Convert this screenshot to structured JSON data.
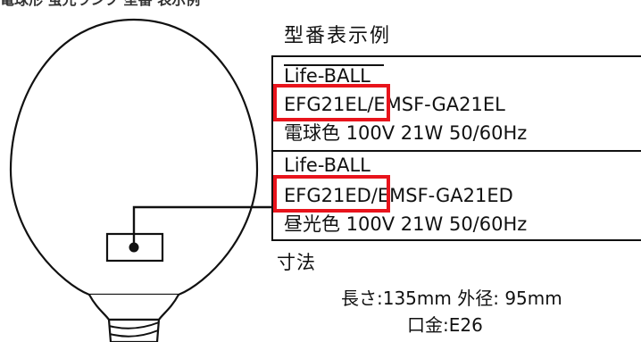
{
  "header_fragment": "電球形 蛍光ランプ 型番 表示例",
  "section_model_example": "型番表示例",
  "entries": [
    {
      "brand": "Life-BALL",
      "model_highlight": "EFG21EL",
      "model_rest": "/EMSF-GA21EL",
      "spec": "電球色 100V 21W 50/60Hz"
    },
    {
      "brand": "Life-BALL",
      "model_highlight": "EFG21ED",
      "model_rest": "/EMSF-GA21ED",
      "spec": "昼光色 100V 21W 50/60Hz"
    }
  ],
  "section_dimensions": "寸法",
  "dimensions_line": "長さ:135mm 外径: 95mm",
  "base_line": "口金:E26",
  "colors": {
    "highlight": "#e8141c",
    "ink": "#111111"
  }
}
